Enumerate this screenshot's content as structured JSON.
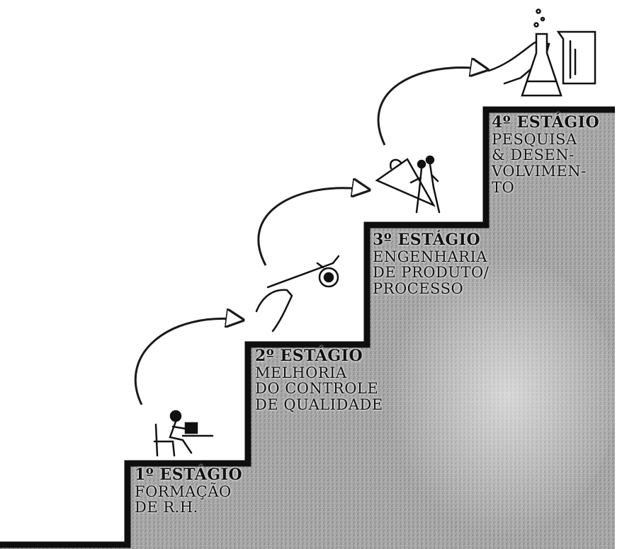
{
  "stages": [
    {
      "title": "1º ESTÁGIO",
      "lines": [
        "FORMAÇÃO",
        "DE R.H."
      ],
      "icon": "person-studying-icon"
    },
    {
      "title": "2º ESTÁGIO",
      "lines": [
        "MELHORIA",
        "DO CONTROLE",
        "DE QUALIDADE"
      ],
      "icon": "hand-holding-gear-icon"
    },
    {
      "title": "3º ESTÁGIO",
      "lines": [
        "ENGENHARIA",
        "DE PRODUTO/",
        "PROCESSO"
      ],
      "icon": "engineers-drawing-icon"
    },
    {
      "title": "4º ESTÁGIO",
      "lines": [
        "PESQUISA",
        "& DESEN-",
        "VOLVIMEN-",
        "TO"
      ],
      "icon": "lab-flask-icon"
    }
  ],
  "colors": {
    "stair": "#9a9a9a",
    "stair_edge": "#0e0e0e",
    "arrow": "#1a1a1a"
  }
}
